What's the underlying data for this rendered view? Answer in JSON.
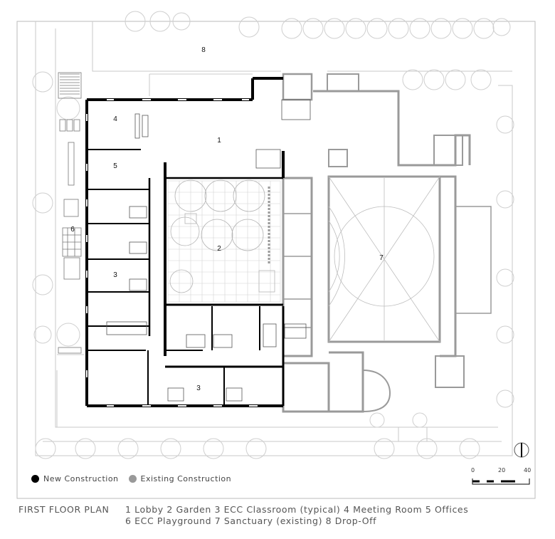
{
  "rooms": {
    "r1": "1",
    "r2": "2",
    "r3a": "3",
    "r3b": "3",
    "r4": "4",
    "r5": "5",
    "r6": "6",
    "r7": "7",
    "r8": "8"
  },
  "legend": {
    "new": "New Construction",
    "existing": "Existing Construction",
    "new_color": "#000000",
    "existing_color": "#999999"
  },
  "caption": {
    "title": "FIRST FLOOR PLAN",
    "line1": "1 Lobby  2 Garden  3 ECC Classroom (typical)  4 Meeting Room  5 Offices",
    "line2": "6 ECC Playground  7 Sanctuary (existing)  8 Drop-Off"
  },
  "scale": {
    "t0": "0",
    "t20": "20",
    "t40": "40"
  }
}
